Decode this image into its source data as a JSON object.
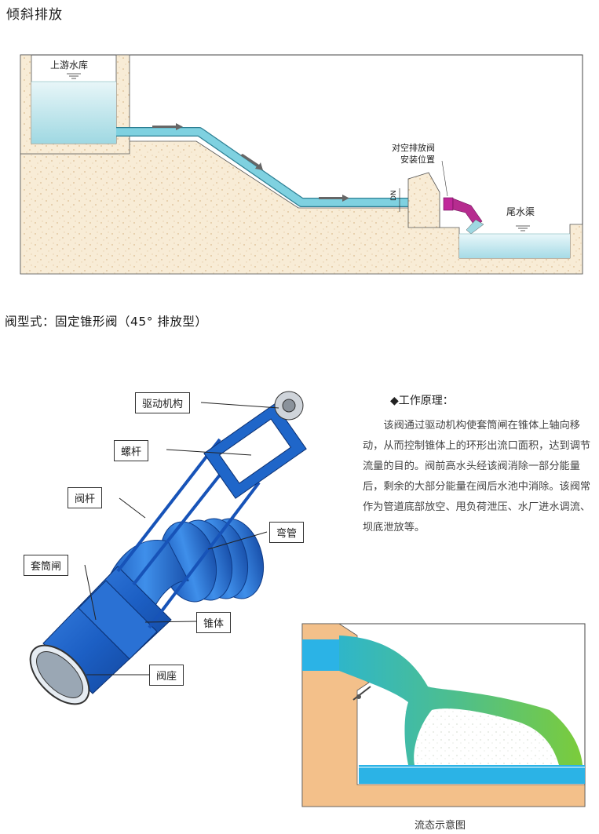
{
  "section1_title": "倾斜排放",
  "diagram1": {
    "upstream_label": "上游水库",
    "valve_label_line1": "对空排放阀",
    "valve_label_line2": "安装位置",
    "tailwater_label": "尾水渠",
    "pipe_label": "DN"
  },
  "section2_title": "阀型式：固定锥形阀（45° 排放型）",
  "callouts": {
    "drive": "驱动机构",
    "screw": "螺杆",
    "stem": "阀杆",
    "sleeve": "套筒闸",
    "elbow": "弯管",
    "cone": "锥体",
    "seat": "阀座"
  },
  "principle": {
    "title": "◆工作原理：",
    "text": "该阀通过驱动机构使套筒闸在锥体上轴向移动，从而控制锥体上的环形出流口面积，达到调节流量的目的。阀前高水头经该阀消除一部分能量后，剩余的大部分能量在阀后水池中消除。该阀常作为管道底部放空、甩负荷泄压、水厂进水调流、坝底泄放等。"
  },
  "flow_caption": "流态示意图",
  "colors": {
    "water": "#bfe6ee",
    "pipe": "#5cc6d8",
    "valve_blue": "#1f66c9",
    "ground": "#f2dfbf",
    "wall": "#f0c38e",
    "flow_green": "#6cc24a",
    "pool_blue": "#2bb3e6"
  }
}
